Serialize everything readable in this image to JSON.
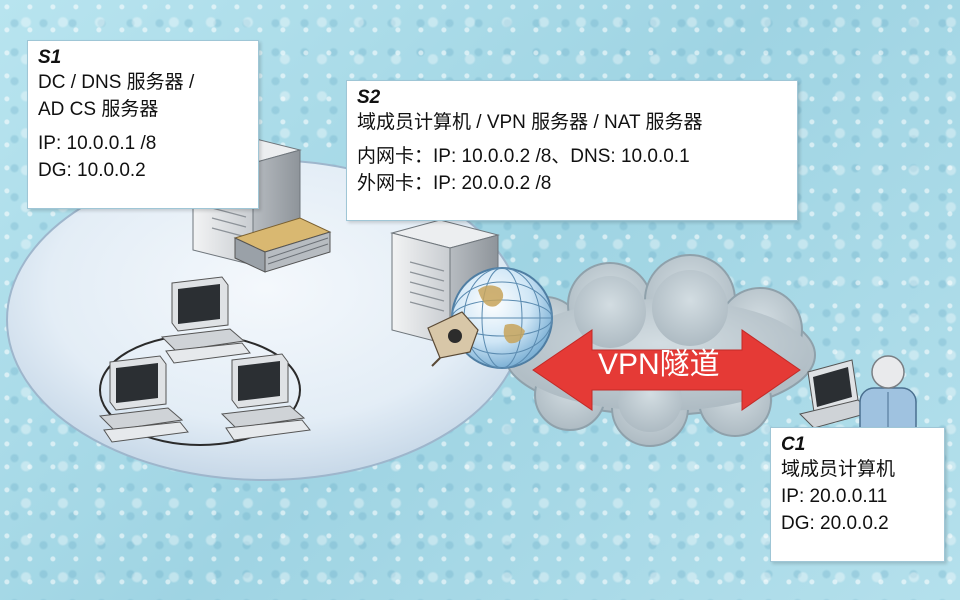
{
  "s1": {
    "tag": "S1",
    "line1": "DC / DNS 服务器 /",
    "line2": "AD CS 服务器",
    "ip": "IP: 10.0.0.1 /8",
    "dg": "DG: 10.0.0.2"
  },
  "s2": {
    "tag": "S2",
    "role": "域成员计算机 / VPN 服务器 / NAT 服务器",
    "internal_nic": "内网卡：IP: 10.0.0.2 /8、DNS: 10.0.0.1",
    "external_nic": "外网卡：IP: 20.0.0.2 /8"
  },
  "c1": {
    "tag": "C1",
    "role": "域成员计算机",
    "ip": "IP: 20.0.0.11",
    "dg": "DG: 20.0.0.2"
  },
  "tunnel": {
    "label": "VPN隧道"
  },
  "colors": {
    "background": "#a9dbe8",
    "network_disc": "#e9f1f8",
    "tunnel_arrow": "#e53a36",
    "cloud": "#b9c6cd"
  },
  "icons": [
    "server-icon",
    "book-icon",
    "globe-icon",
    "firewall-icon",
    "desktop-computer-icon",
    "laptop-icon",
    "user-icon",
    "cloud-icon",
    "double-arrow-icon"
  ]
}
